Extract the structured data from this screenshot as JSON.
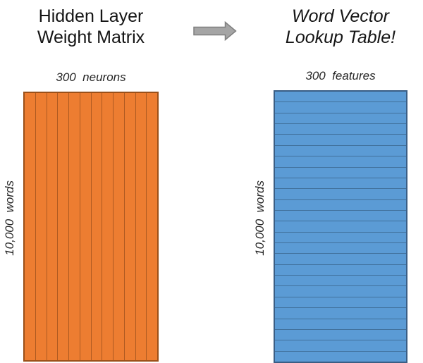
{
  "diagram": {
    "left": {
      "title_line1": "Hidden Layer",
      "title_line2": "Weight Matrix",
      "top_label": "300  neurons",
      "side_label": "10,000  words",
      "columns": 12,
      "fill": "#ED7D31",
      "line": "#AE5A21",
      "border": "#9A5019"
    },
    "right": {
      "title_line1": "Word Vector",
      "title_line2": "Lookup Table!",
      "top_label": "300  features",
      "side_label": "10,000  words",
      "rows": 25,
      "fill": "#5B9BD5",
      "line": "#41719C",
      "border": "#3A5E85"
    },
    "arrow": {
      "icon": "right-arrow-icon",
      "fill": "#A5A5A5",
      "stroke": "#7F7F7F"
    },
    "text_color": "#151515"
  }
}
